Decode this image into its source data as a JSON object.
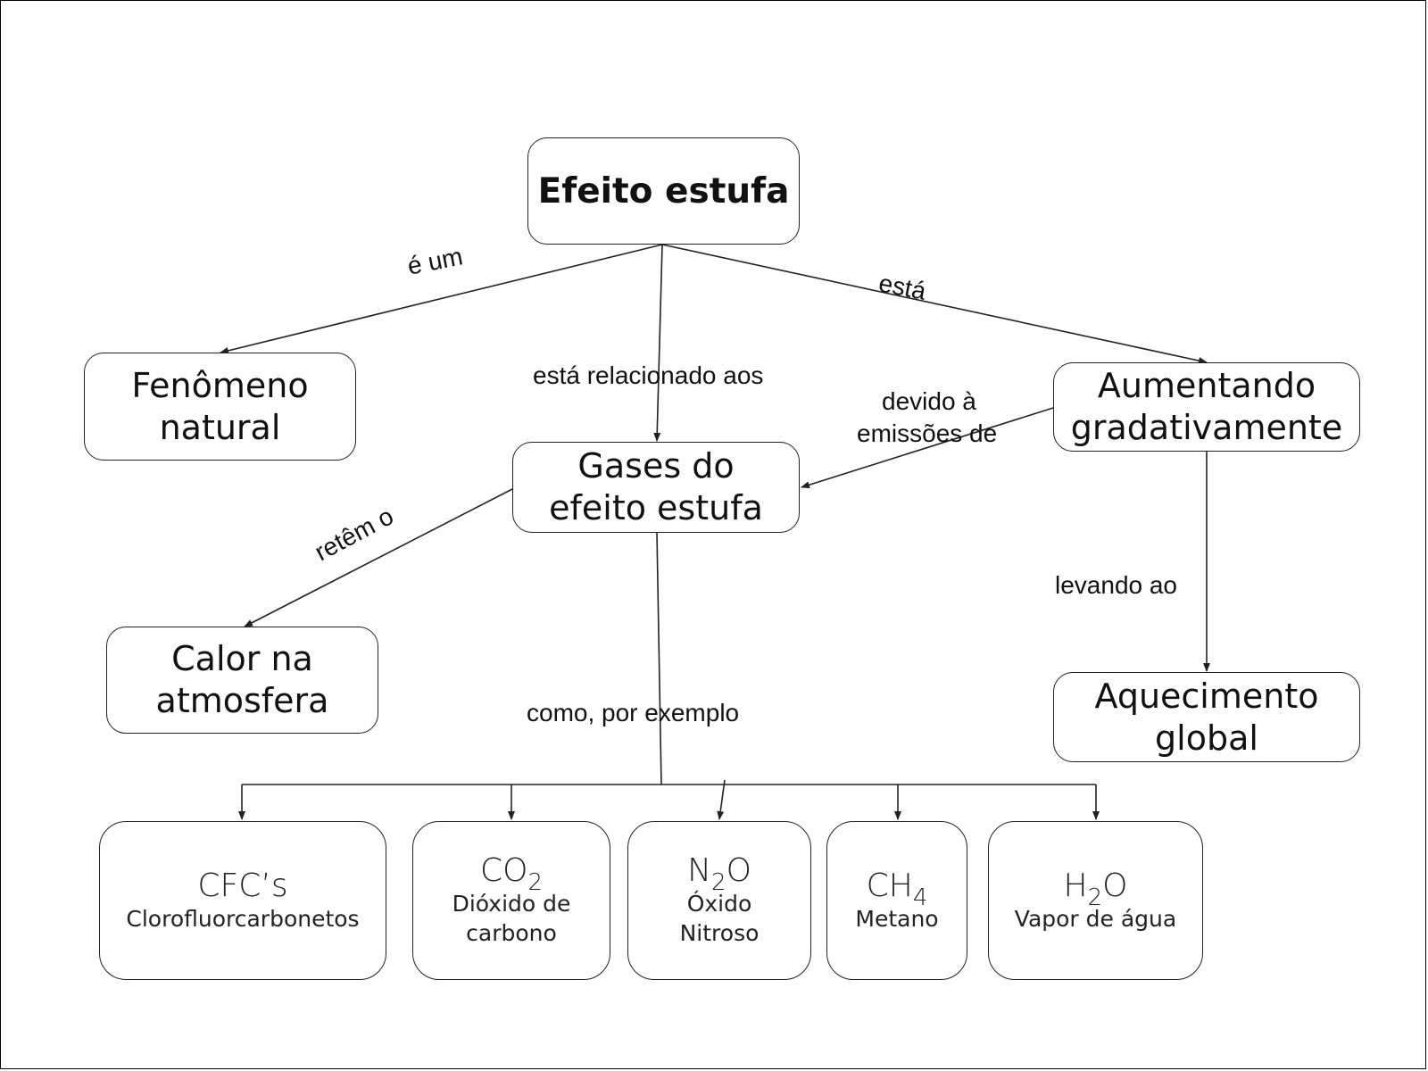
{
  "nodes": {
    "root": "Efeito estufa",
    "fenomeno": [
      "Fenômeno",
      "natural"
    ],
    "gases": [
      "Gases do",
      "efeito estufa"
    ],
    "aumentando": [
      "Aumentando",
      "gradativamente"
    ],
    "calor": [
      "Calor na",
      "atmosfera"
    ],
    "aquecimento": [
      "Aquecimento",
      "global"
    ]
  },
  "links": {
    "e_um": "é um",
    "esta": "está",
    "relacionado": "está relacionado aos",
    "devido_1": "devido à",
    "devido_2": "emissões de",
    "retem": "retêm o",
    "levando": "levando ao",
    "exemplo": "como, por exemplo"
  },
  "examples": [
    {
      "base": "CFC’s",
      "sub": "",
      "tail": "",
      "desc": [
        "Clorofluorcarbonetos"
      ]
    },
    {
      "base": "CO",
      "sub": "2",
      "tail": "",
      "desc": [
        "Dióxido de",
        "carbono"
      ]
    },
    {
      "base": "N",
      "sub": "2",
      "tail": "O",
      "desc": [
        "Óxido",
        "Nitroso"
      ]
    },
    {
      "base": "CH",
      "sub": "4",
      "tail": "",
      "desc": [
        "Metano"
      ]
    },
    {
      "base": "H",
      "sub": "2",
      "tail": "O",
      "desc": [
        "Vapor de água"
      ]
    }
  ]
}
